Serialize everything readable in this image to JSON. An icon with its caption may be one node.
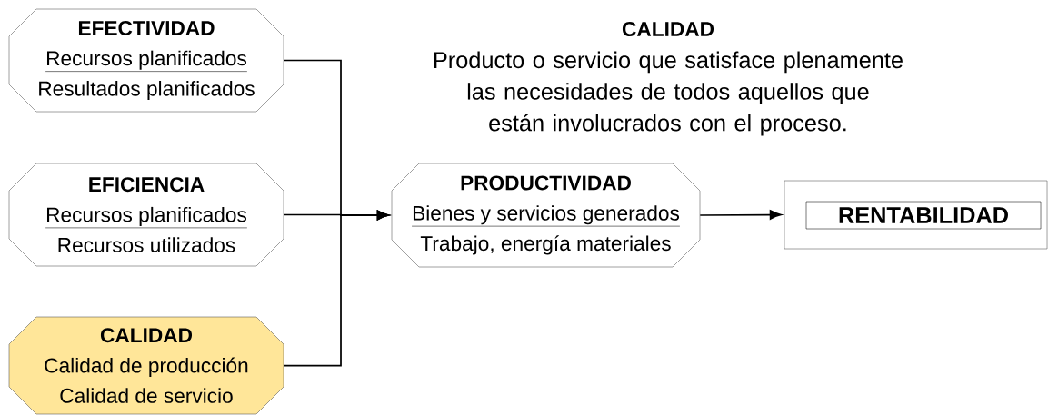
{
  "diagram": {
    "nodes": [
      {
        "text": [
          "EFECTIVIDAD",
          "Recursos planificados",
          "Resultados planificados"
        ]
      },
      {
        "text": [
          "EFICIENCIA",
          "Recursos planificados",
          "Recursos utilizados"
        ]
      },
      {
        "text": [
          "CALIDAD",
          "Calidad de producción",
          "Calidad de servicio"
        ]
      },
      {
        "text": [
          "PRODUCTIVIDAD",
          "Bienes y servicios generados",
          "Trabajo, energía materiales"
        ]
      },
      {
        "text": [],
        "shape": "box"
      },
      {
        "text": [
          "RENTABILIDAD"
        ],
        "in": 4
      }
    ],
    "edges": [
      {
        "from": 0,
        "to": 3,
        "arrow": "to"
      },
      {
        "from": 1,
        "to": 3,
        "arrow": "to"
      },
      {
        "from": 2,
        "to": 3,
        "arrow": "to"
      },
      {
        "from": 3,
        "to": 4,
        "arrow": "to"
      }
    ],
    "labels": [
      "CALIDAD",
      "Producto o servicio que satisface plenamente las necesidades de todos aquellos que están involucrados con el proceso."
    ]
  }
}
